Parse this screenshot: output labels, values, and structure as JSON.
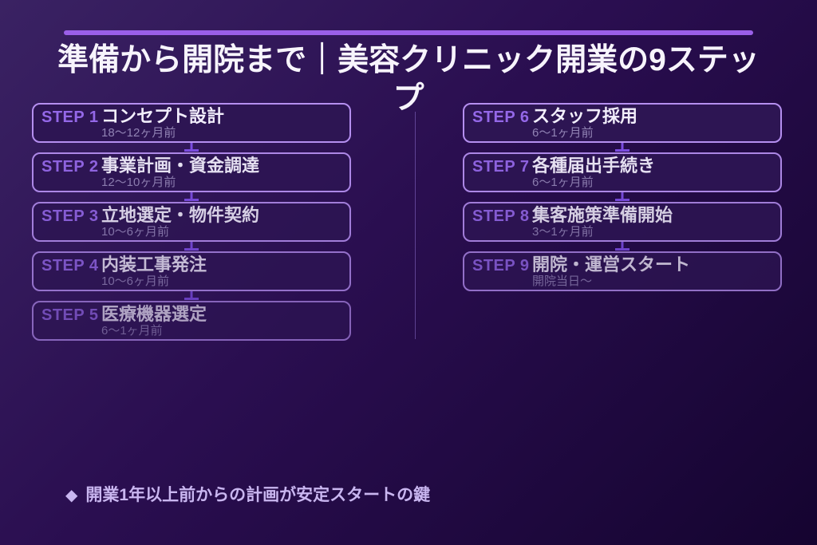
{
  "page": {
    "title": "準備から開院まで｜美容クリニック開業の9ステップ"
  },
  "columns": [
    {
      "steps": [
        {
          "label": "STEP 1",
          "title": "コンセプト設計",
          "period": "18〜12ヶ月前"
        },
        {
          "label": "STEP 2",
          "title": "事業計画・資金調達",
          "period": "12〜10ヶ月前"
        },
        {
          "label": "STEP 3",
          "title": "立地選定・物件契約",
          "period": "10〜6ヶ月前"
        },
        {
          "label": "STEP 4",
          "title": "内装工事発注",
          "period": "10〜6ヶ月前"
        },
        {
          "label": "STEP 5",
          "title": "医療機器選定",
          "period": "6〜1ヶ月前"
        }
      ]
    },
    {
      "steps": [
        {
          "label": "STEP 6",
          "title": "スタッフ採用",
          "period": "6〜1ヶ月前"
        },
        {
          "label": "STEP 7",
          "title": "各種届出手続き",
          "period": "6〜1ヶ月前"
        },
        {
          "label": "STEP 8",
          "title": "集客施策準備開始",
          "period": "3〜1ヶ月前"
        },
        {
          "label": "STEP 9",
          "title": "開院・運営スタート",
          "period": "開院当日〜"
        }
      ]
    }
  ],
  "footer": {
    "icon": "◆",
    "text": "開業1年以上前からの計画が安定スタートの鍵"
  },
  "colors": {
    "accent": "#9a5fe8",
    "box_border": "#b58ff0",
    "box_fill": "#2d1553",
    "step_label": "#9468e8",
    "step_title": "#f2eefc",
    "period_text": "#9183b4",
    "connector": "#7b4de0",
    "footer_text": "#c9b6f0"
  }
}
